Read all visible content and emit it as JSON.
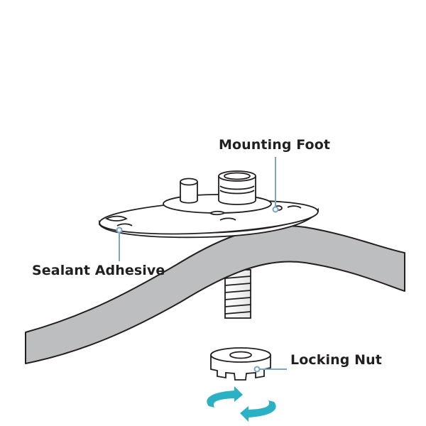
{
  "labels": {
    "mounting_foot": "Mounting Foot",
    "sealant_adhesive": "Sealant Adhesive",
    "locking_nut": "Locking Nut"
  },
  "colors": {
    "outline": "#231f20",
    "surface_fill": "#bcbec0",
    "leader_line": "#7da3c6",
    "rotate_arrow": "#2bb1c6"
  },
  "icons": [
    "rotate-arrows-icon"
  ]
}
